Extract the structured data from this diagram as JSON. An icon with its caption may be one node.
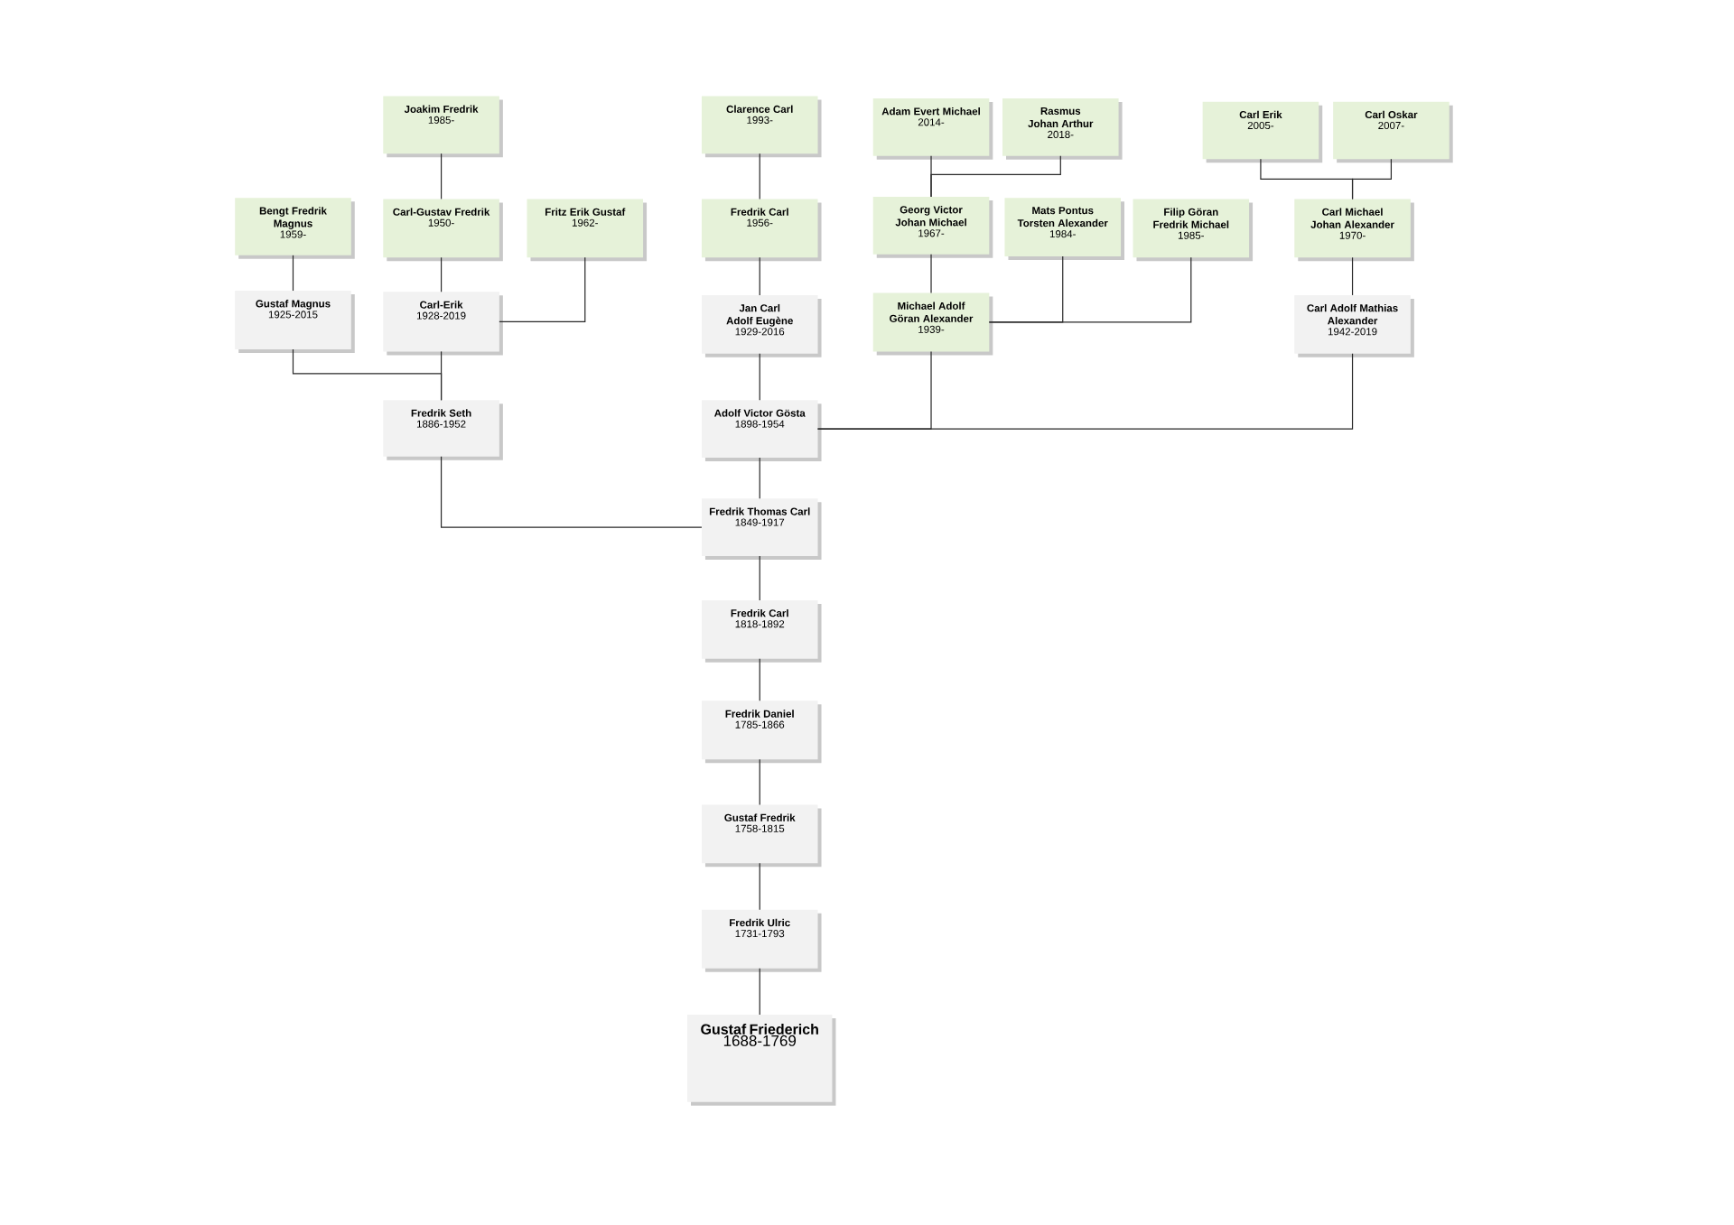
{
  "diagram": {
    "nodes": [
      {
        "text": [
          "Joakim Fredrik",
          "1985-"
        ]
      },
      {
        "text": [
          "Clarence Carl",
          "1993-"
        ]
      },
      {
        "text": [
          "Adam Evert Michael",
          "2014-"
        ]
      },
      {
        "text": [
          "Rasmus Johan Arthur",
          "2018-"
        ]
      },
      {
        "text": [
          "Carl Erik",
          "2005-"
        ]
      },
      {
        "text": [
          "Carl Oskar",
          "2007-"
        ]
      },
      {
        "text": [
          "Bengt Fredrik Magnus",
          "1959-"
        ]
      },
      {
        "text": [
          "Carl-Gustav Fredrik",
          "1950-"
        ]
      },
      {
        "text": [
          "Fritz Erik Gustaf",
          "1962-"
        ]
      },
      {
        "text": [
          "Fredrik Carl",
          "1956-"
        ]
      },
      {
        "text": [
          "Georg Victor Johan Michael",
          "1967-"
        ]
      },
      {
        "text": [
          "Mats Pontus Torsten Alexander",
          "1984-"
        ]
      },
      {
        "text": [
          "Filip Göran Fredrik Michael",
          "1985-"
        ]
      },
      {
        "text": [
          "Carl Michael Johan Alexander",
          "1970-"
        ]
      },
      {
        "text": [
          "Gustaf Magnus",
          "1925-2015"
        ]
      },
      {
        "text": [
          "Carl-Erik",
          "1928-2019"
        ]
      },
      {
        "text": [
          "Jan Carl Adolf Eugène",
          "1929-2016"
        ]
      },
      {
        "text": [
          "Michael Adolf Göran Alexander",
          "1939-"
        ]
      },
      {
        "text": [
          "Carl Adolf Mathias Alexander",
          "1942-2019"
        ]
      },
      {
        "text": [
          "Fredrik Seth",
          "1886-1952"
        ]
      },
      {
        "text": [
          "Adolf Victor Gösta",
          "1898-1954"
        ]
      },
      {
        "text": [
          "Fredrik Thomas Carl",
          "1849-1917"
        ]
      },
      {
        "text": [
          "Fredrik Carl",
          "1818-1892"
        ]
      },
      {
        "text": [
          "Fredrik Daniel",
          "1785-1866"
        ]
      },
      {
        "text": [
          "Gustaf Fredrik",
          "1758-1815"
        ]
      },
      {
        "text": [
          "Fredrik Ulric",
          "1731-1793"
        ]
      },
      {
        "text": [
          "Gustaf Friederich",
          "1688-1769"
        ]
      }
    ],
    "edges": [
      {
        "from": 0,
        "to": 7,
        "arrow": "none"
      },
      {
        "from": 7,
        "to": 15,
        "arrow": "none"
      },
      {
        "from": 8,
        "to": 15,
        "arrow": "none"
      },
      {
        "from": 6,
        "to": 14,
        "arrow": "none"
      },
      {
        "from": 14,
        "to": 19,
        "arrow": "none"
      },
      {
        "from": 15,
        "to": 19,
        "arrow": "none"
      },
      {
        "from": 19,
        "to": 21,
        "arrow": "none"
      },
      {
        "from": 1,
        "to": 9,
        "arrow": "none"
      },
      {
        "from": 9,
        "to": 16,
        "arrow": "none"
      },
      {
        "from": 16,
        "to": 20,
        "arrow": "none"
      },
      {
        "from": 20,
        "to": 21,
        "arrow": "none"
      },
      {
        "from": 2,
        "to": 10,
        "arrow": "none"
      },
      {
        "from": 3,
        "to": 10,
        "arrow": "none"
      },
      {
        "from": 10,
        "to": 17,
        "arrow": "none"
      },
      {
        "from": 11,
        "to": 17,
        "arrow": "none"
      },
      {
        "from": 12,
        "to": 17,
        "arrow": "none"
      },
      {
        "from": 17,
        "to": 20,
        "arrow": "none"
      },
      {
        "from": 4,
        "to": 13,
        "arrow": "none"
      },
      {
        "from": 5,
        "to": 13,
        "arrow": "none"
      },
      {
        "from": 13,
        "to": 18,
        "arrow": "none"
      },
      {
        "from": 18,
        "to": 20,
        "arrow": "none"
      },
      {
        "from": 21,
        "to": 22,
        "arrow": "none"
      },
      {
        "from": 22,
        "to": 23,
        "arrow": "none"
      },
      {
        "from": 23,
        "to": 24,
        "arrow": "none"
      },
      {
        "from": 24,
        "to": 25,
        "arrow": "none"
      },
      {
        "from": 25,
        "to": 26,
        "arrow": "none"
      }
    ]
  }
}
